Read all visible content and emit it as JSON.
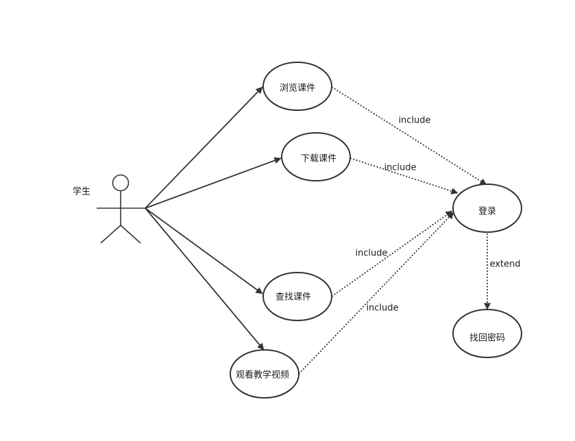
{
  "actor": {
    "label": "学生"
  },
  "usecases": [
    {
      "id": "browse",
      "label": "浏览课件"
    },
    {
      "id": "download",
      "label": "下载课件"
    },
    {
      "id": "search",
      "label": "查找课件"
    },
    {
      "id": "video",
      "label": "观看教学视频"
    },
    {
      "id": "login",
      "label": "登录"
    },
    {
      "id": "recover",
      "label": "找回密码"
    }
  ],
  "associations": [
    {
      "from": "actor",
      "to": "browse"
    },
    {
      "from": "actor",
      "to": "download"
    },
    {
      "from": "actor",
      "to": "search"
    },
    {
      "from": "actor",
      "to": "video"
    }
  ],
  "dependencies": [
    {
      "from": "browse",
      "to": "login",
      "label": "include"
    },
    {
      "from": "download",
      "to": "login",
      "label": "include"
    },
    {
      "from": "search",
      "to": "login",
      "label": "include"
    },
    {
      "from": "video",
      "to": "login",
      "label": "include"
    },
    {
      "from": "login",
      "to": "recover",
      "label": "extend"
    }
  ],
  "colors": {
    "stroke": "#333333",
    "text": "#1a1a1a",
    "background": "#ffffff"
  }
}
